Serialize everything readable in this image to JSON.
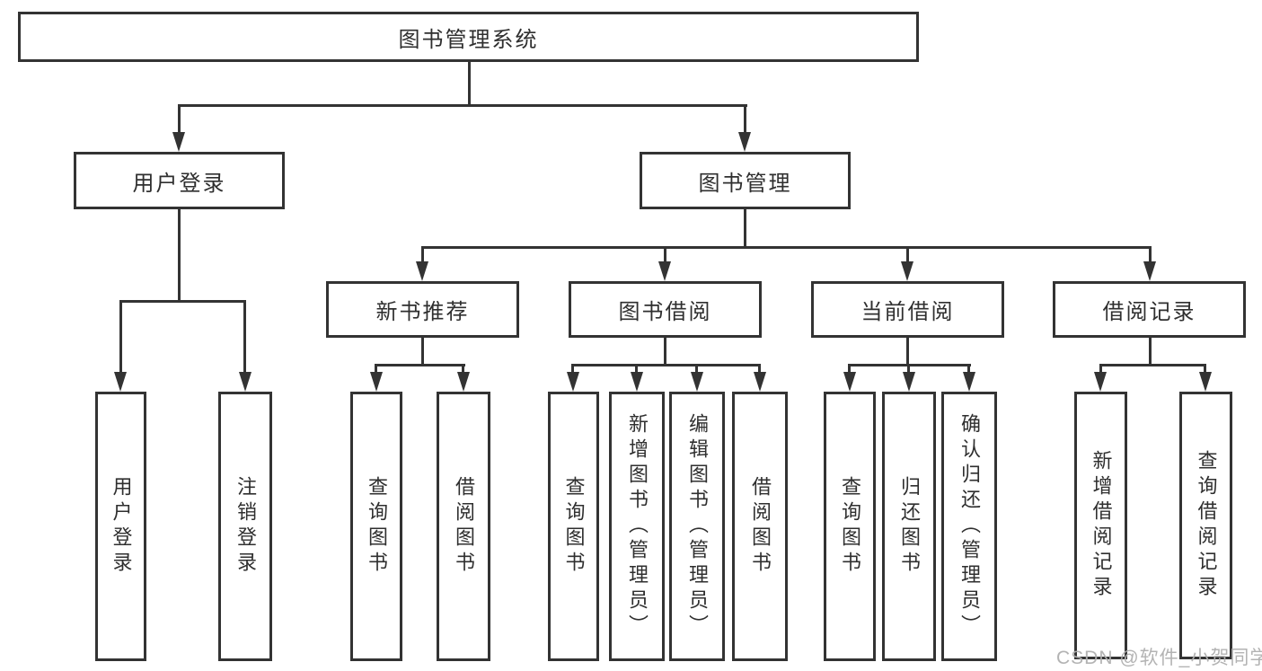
{
  "title": "图书管理系统",
  "watermark": "CSDN @软件_小贺同学",
  "colors": {
    "line": "#333333",
    "background": "#ffffff",
    "watermark": "#afafaf"
  },
  "nodes": {
    "root": {
      "label": "图书管理系统"
    },
    "level2": [
      {
        "label": "用户登录"
      },
      {
        "label": "图书管理"
      }
    ],
    "level3": [
      {
        "label": "新书推荐",
        "parent": "图书管理"
      },
      {
        "label": "图书借阅",
        "parent": "图书管理"
      },
      {
        "label": "当前借阅",
        "parent": "图书管理"
      },
      {
        "label": "借阅记录",
        "parent": "图书管理"
      }
    ],
    "leaves": [
      {
        "label": "用户登录",
        "parent": "用户登录"
      },
      {
        "label": "注销登录",
        "parent": "用户登录"
      },
      {
        "label": "查询图书",
        "parent": "新书推荐"
      },
      {
        "label": "借阅图书",
        "parent": "新书推荐"
      },
      {
        "label": "查询图书",
        "parent": "图书借阅"
      },
      {
        "label": "新增图书（管理员）",
        "parent": "图书借阅"
      },
      {
        "label": "编辑图书（管理员）",
        "parent": "图书借阅"
      },
      {
        "label": "借阅图书",
        "parent": "图书借阅"
      },
      {
        "label": "查询图书",
        "parent": "当前借阅"
      },
      {
        "label": "归还图书",
        "parent": "当前借阅"
      },
      {
        "label": "确认归还（管理员）",
        "parent": "当前借阅"
      },
      {
        "label": "新增借阅记录",
        "parent": "借阅记录"
      },
      {
        "label": "查询借阅记录",
        "parent": "借阅记录"
      }
    ]
  }
}
